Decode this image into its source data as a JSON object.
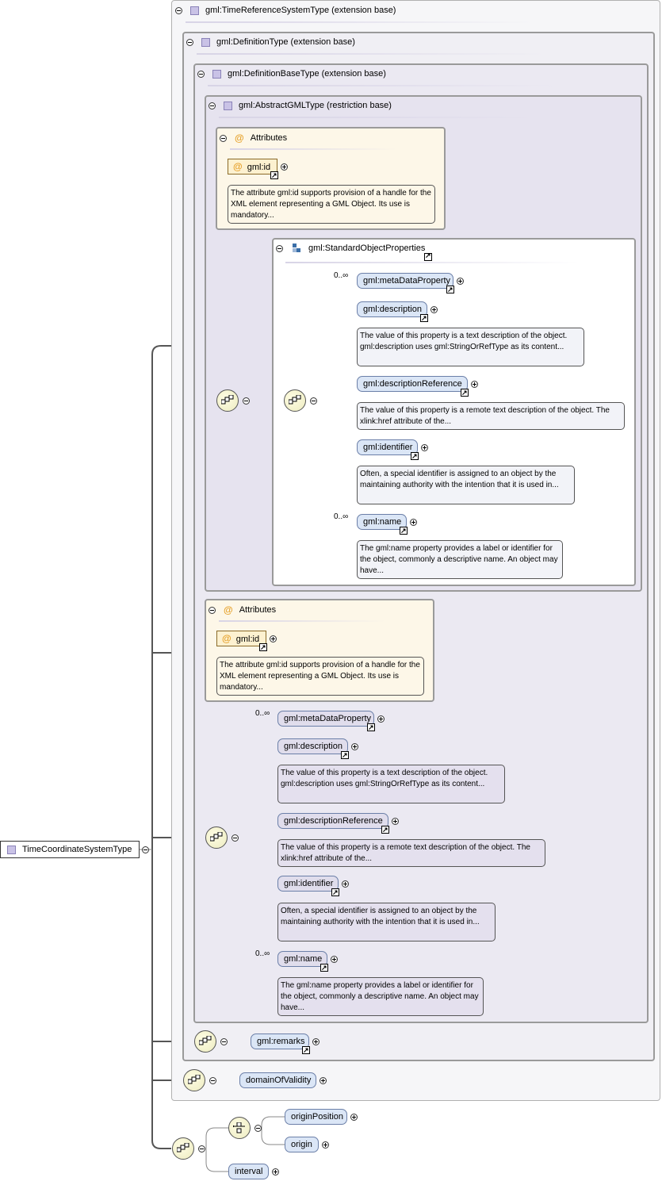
{
  "root": {
    "label": "TimeCoordinateSystemType"
  },
  "types": {
    "time_reference": "gml:TimeReferenceSystemType (extension base)",
    "definition": "gml:DefinitionType (extension base)",
    "definition_base": "gml:DefinitionBaseType (extension base)",
    "abstract_gml": "gml:AbstractGMLType (restriction base)"
  },
  "attributes_label": "Attributes",
  "attr_id": "gml:id",
  "attr_id_doc": "The attribute gml:id supports provision of a handle for the XML element representing a GML Object. Its use is mandatory...",
  "group_label": "gml:StandardObjectProperties",
  "cardinality": "0..∞",
  "elements": {
    "metaDataProperty": "gml:metaDataProperty",
    "description": "gml:description",
    "descriptionReference": "gml:descriptionReference",
    "identifier": "gml:identifier",
    "name": "gml:name",
    "remarks": "gml:remarks",
    "domainOfValidity": "domainOfValidity",
    "originPosition": "originPosition",
    "origin": "origin",
    "interval": "interval"
  },
  "docs": {
    "description": "The value of this property is a text description of the object. gml:description uses gml:StringOrRefType as its content...",
    "descriptionReference": "The value of this property is a remote text description of the object. The xlink:href attribute of the...",
    "identifier": "Often, a special identifier is assigned to an object by the maintaining authority with the intention that it is used in...",
    "name": "The gml:name property provides a label or identifier for the object, commonly a descriptive name. An object may have..."
  }
}
